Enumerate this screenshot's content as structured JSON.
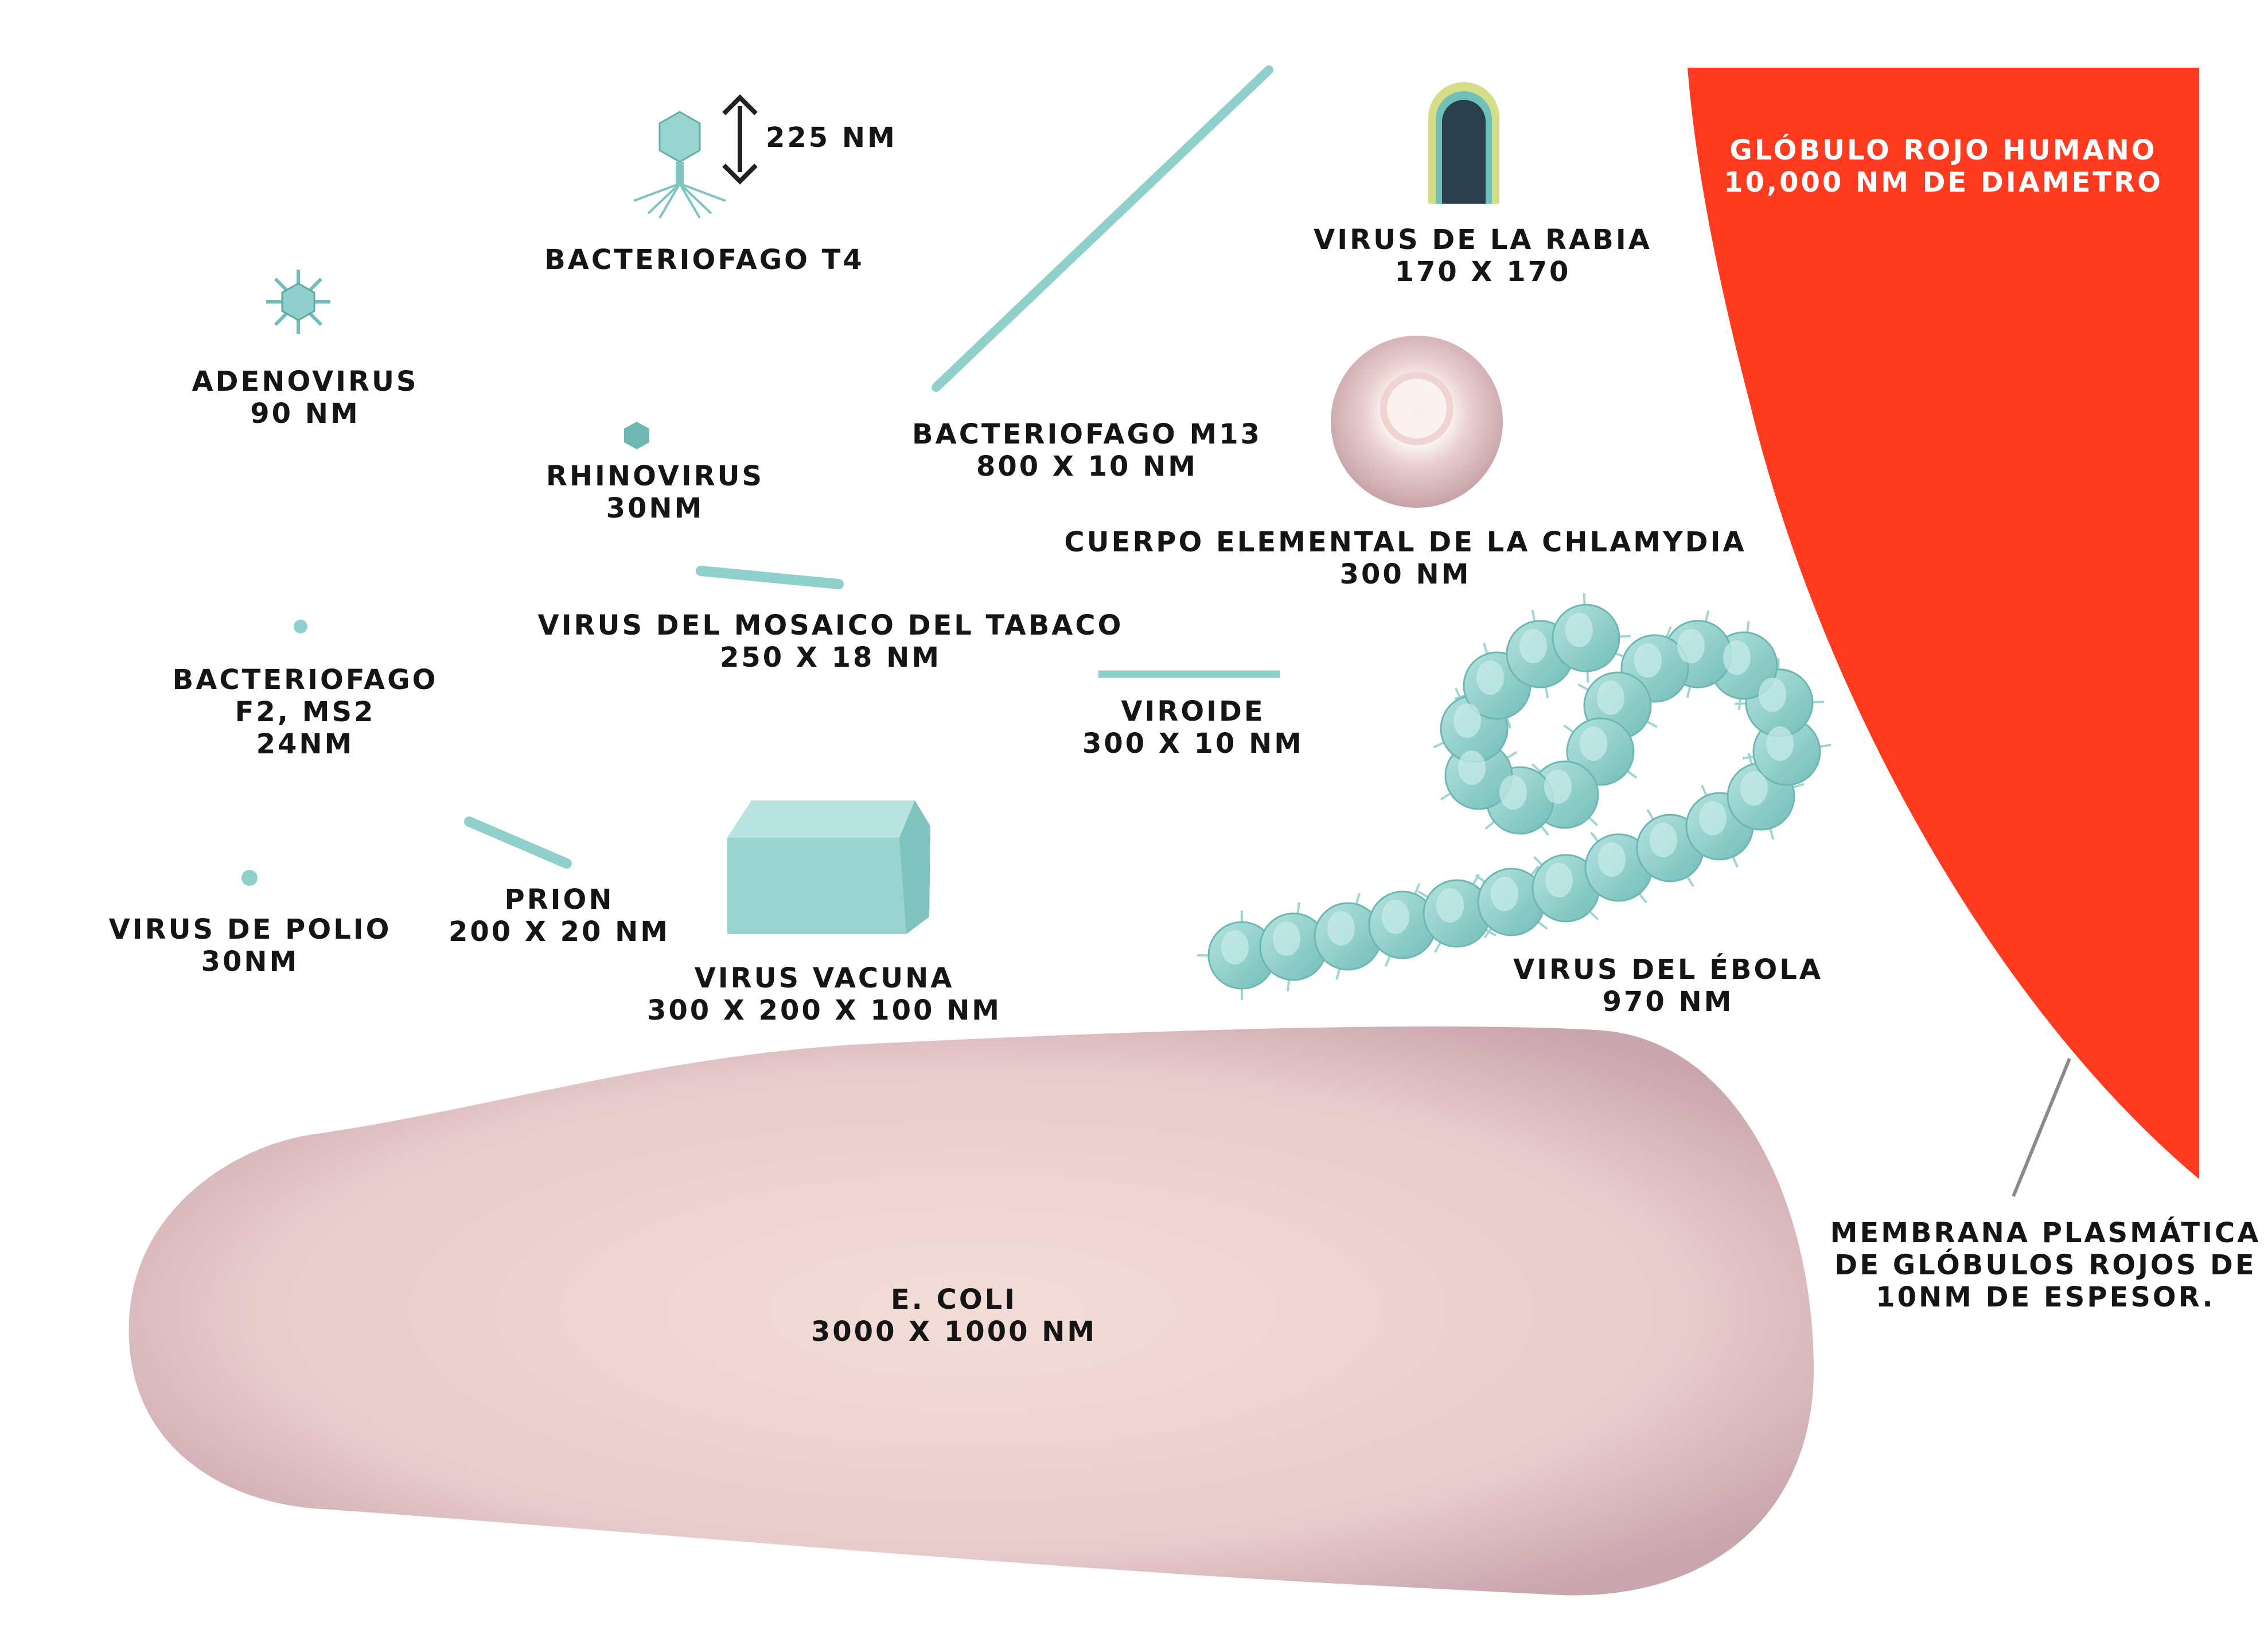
{
  "colors": {
    "virus": "#8fd0cc",
    "virus_dark": "#5fb0ac",
    "red_cell": "#ff3a1f",
    "ecoli": "#ecd0d0",
    "text": "#151515",
    "text_on_red": "#ffffff"
  },
  "labels": {
    "t4": [
      "BACTERIOFAGO T4"
    ],
    "t4_measure": [
      "225 NM"
    ],
    "adenovirus": [
      "ADENOVIRUS",
      "90 NM"
    ],
    "rhinovirus": [
      "RHINOVIRUS",
      "30NM"
    ],
    "m13": [
      "BACTERIOFAGO M13",
      "800 X 10 NM"
    ],
    "rabia": [
      "VIRUS DE LA RABIA",
      "170 X 170"
    ],
    "red_cell": [
      "GLÓBULO ROJO HUMANO",
      "10,000 NM DE DIAMETRO"
    ],
    "chlamydia": [
      "CUERPO ELEMENTAL DE LA CHLAMYDIA",
      "300 NM"
    ],
    "tabaco": [
      "VIRUS DEL MOSAICO DEL TABACO",
      "250 X 18 NM"
    ],
    "f2": [
      "BACTERIOFAGO",
      "F2, MS2",
      "24NM"
    ],
    "viroide": [
      "VIROIDE",
      "300 X 10 NM"
    ],
    "polio": [
      "VIRUS DE POLIO",
      "30NM"
    ],
    "prion": [
      "PRION",
      "200 X 20 NM"
    ],
    "vacuna": [
      "VIRUS VACUNA",
      "300 X 200 X 100 NM"
    ],
    "ebola": [
      "VIRUS DEL ÉBOLA",
      "970 NM"
    ],
    "membrana": [
      "MEMBRANA PLASMÁTICA",
      "DE GLÓBULOS ROJOS DE",
      "10NM DE ESPESOR."
    ],
    "ecoli": [
      "E. COLI",
      "3000 X 1000 NM"
    ]
  }
}
